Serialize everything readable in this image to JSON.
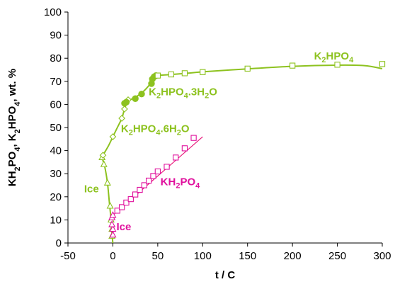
{
  "chart_data": {
    "type": "scatter",
    "title": "",
    "xlabel": "t / C",
    "ylabel": "KH2PO4, K2HPO4, wt. %",
    "xlim": [
      -50,
      300
    ],
    "ylim": [
      0,
      100
    ],
    "xticks": [
      -50,
      0,
      50,
      100,
      150,
      200,
      250,
      300
    ],
    "yticks": [
      0,
      10,
      20,
      30,
      40,
      50,
      60,
      70,
      80,
      90,
      100
    ],
    "grid": false,
    "legend": "none",
    "colors": {
      "green": "#8dc21f",
      "magenta": "#e0109d",
      "curve_magenta": "#e8177a"
    },
    "series": [
      {
        "marker": "triangle",
        "color": "#8dc21f",
        "points": [
          [
            -1,
            3
          ],
          [
            -1,
            6
          ],
          [
            -2,
            10
          ],
          [
            -3,
            16
          ],
          [
            -6,
            26
          ],
          [
            -10,
            34
          ],
          [
            -12,
            37
          ]
        ]
      },
      {
        "marker": "diamond",
        "color": "#8dc21f",
        "points": [
          [
            -11,
            38
          ],
          [
            0,
            46
          ],
          [
            10,
            54
          ],
          [
            13,
            58
          ],
          [
            15,
            61
          ],
          [
            17,
            62
          ]
        ]
      },
      {
        "marker": "circle",
        "color": "#8dc21f",
        "points": [
          [
            13,
            60.5
          ],
          [
            15,
            61
          ],
          [
            25,
            62.5
          ],
          [
            32,
            64.5
          ],
          [
            43,
            69
          ],
          [
            44,
            71
          ],
          [
            46,
            72
          ],
          [
            48,
            72.5
          ]
        ]
      },
      {
        "marker": "square",
        "color": "#8dc21f",
        "points": [
          [
            50,
            72.5
          ],
          [
            65,
            73
          ],
          [
            80,
            73.5
          ],
          [
            100,
            74
          ],
          [
            150,
            75.5
          ],
          [
            200,
            76.8
          ],
          [
            250,
            77.2
          ],
          [
            300,
            77.5
          ]
        ]
      },
      {
        "marker": "triangle",
        "color": "#e0109d",
        "points": [
          [
            0,
            3.5
          ],
          [
            0,
            6
          ],
          [
            -1,
            8
          ],
          [
            -1,
            11
          ],
          [
            0,
            12
          ]
        ]
      },
      {
        "marker": "square",
        "color": "#e0109d",
        "points": [
          [
            5,
            14
          ],
          [
            10,
            15.5
          ],
          [
            15,
            17.5
          ],
          [
            20,
            19
          ],
          [
            25,
            21
          ],
          [
            30,
            23
          ],
          [
            35,
            25
          ],
          [
            40,
            27
          ],
          [
            45,
            29
          ],
          [
            50,
            31
          ],
          [
            60,
            33
          ],
          [
            70,
            37
          ],
          [
            80,
            41
          ],
          [
            90,
            45.5
          ]
        ]
      }
    ],
    "curves": [
      {
        "color": "#8dc21f",
        "points": [
          [
            0,
            0
          ],
          [
            -1,
            4
          ],
          [
            -2,
            10
          ],
          [
            -4,
            18
          ],
          [
            -6,
            26
          ],
          [
            -9,
            33
          ],
          [
            -12,
            37
          ],
          [
            -11,
            38
          ],
          [
            -5,
            42
          ],
          [
            0,
            46
          ],
          [
            5,
            50
          ],
          [
            10,
            54
          ],
          [
            13,
            58
          ],
          [
            17,
            61.5
          ],
          [
            25,
            63
          ],
          [
            35,
            66
          ],
          [
            43,
            69.5
          ],
          [
            48,
            72.3
          ],
          [
            60,
            72.8
          ],
          [
            80,
            73.4
          ],
          [
            100,
            74.1
          ],
          [
            150,
            75.4
          ],
          [
            200,
            76.5
          ],
          [
            250,
            77
          ],
          [
            280,
            76.8
          ],
          [
            300,
            75.5
          ]
        ]
      },
      {
        "color": "#e8177a",
        "points": [
          [
            0,
            12
          ],
          [
            100,
            46
          ]
        ]
      }
    ],
    "annotations": [
      {
        "text": "K",
        "sub": "2",
        "rest": "HPO",
        "sub2": "4",
        "tail": "",
        "x": 224,
        "y": 79.5,
        "color": "#8dc21f"
      },
      {
        "text": "K",
        "sub": "2",
        "rest": "HPO",
        "sub2": "4",
        "tail": ".3H",
        "sub3": "2",
        "tail2": "O",
        "x": 40,
        "y": 64,
        "color": "#8dc21f"
      },
      {
        "text": "K",
        "sub": "2",
        "rest": "HPO",
        "sub2": "4",
        "tail": ".6H",
        "sub3": "2",
        "tail2": "O",
        "x": 9,
        "y": 48,
        "color": "#8dc21f"
      },
      {
        "text": "KH",
        "sub": "2",
        "rest": "PO",
        "sub2": "4",
        "tail": "",
        "x": 53,
        "y": 25,
        "color": "#e0109d"
      },
      {
        "text": "Ice",
        "x": -32,
        "y": 22,
        "color": "#8dc21f"
      },
      {
        "text": "Ice",
        "x": 4,
        "y": 5.5,
        "color": "#e0109d"
      }
    ]
  }
}
